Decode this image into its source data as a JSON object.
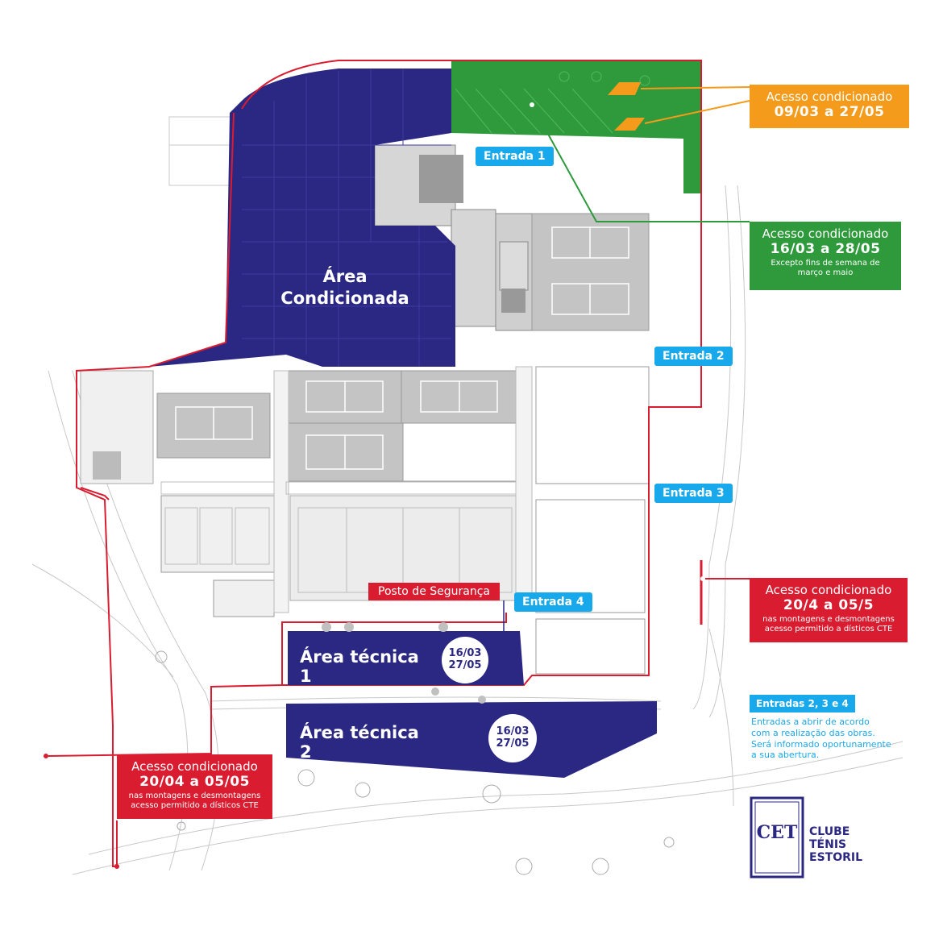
{
  "areas": {
    "condicionada": [
      "Área",
      "Condicionada"
    ],
    "tecnica1": "Área técnica 1",
    "tecnica2": "Área técnica 2",
    "tecnica1_dates": [
      "16/03",
      "27/05"
    ],
    "tecnica2_dates": [
      "16/03",
      "27/05"
    ]
  },
  "entrances": {
    "e1": "Entrada 1",
    "e2": "Entrada 2",
    "e3": "Entrada 3",
    "e4": "Entrada 4"
  },
  "security_post": "Posto de Segurança",
  "callouts": {
    "orange": {
      "line1": "Acesso condicionado",
      "line2": "09/03 a 27/05"
    },
    "green": {
      "line1": "Acesso condicionado",
      "line2": "16/03 a 28/05",
      "line3": "Excepto fins de semana de",
      "line4": "março e maio"
    },
    "red_right": {
      "line1": "Acesso condicionado",
      "line2": "20/4 a 05/5",
      "line3": "nas montagens e desmontagens",
      "line4": "acesso permitido a dísticos CTE"
    },
    "red_left": {
      "line1": "Acesso condicionado",
      "line2": "20/04 a 05/05",
      "line3": "nas montagens e desmontagens",
      "line4": "acesso permitido a dísticos CTE"
    }
  },
  "notes": {
    "title": "Entradas 2, 3 e 4",
    "lines": [
      "Entradas a abrir de acordo",
      "com a realização das obras.",
      "Será informado oportunamente",
      "a sua abertura."
    ]
  },
  "logo": {
    "monogram": "CET",
    "lines": [
      "CLUBE",
      "TÉNIS",
      "ESTORIL"
    ]
  },
  "colors": {
    "navy": "#2b2883",
    "green": "#2e9a3c",
    "orange": "#f49b1b",
    "red": "#d91c30",
    "cyan": "#18a9ec",
    "court_gray": "#c4c4c4"
  }
}
